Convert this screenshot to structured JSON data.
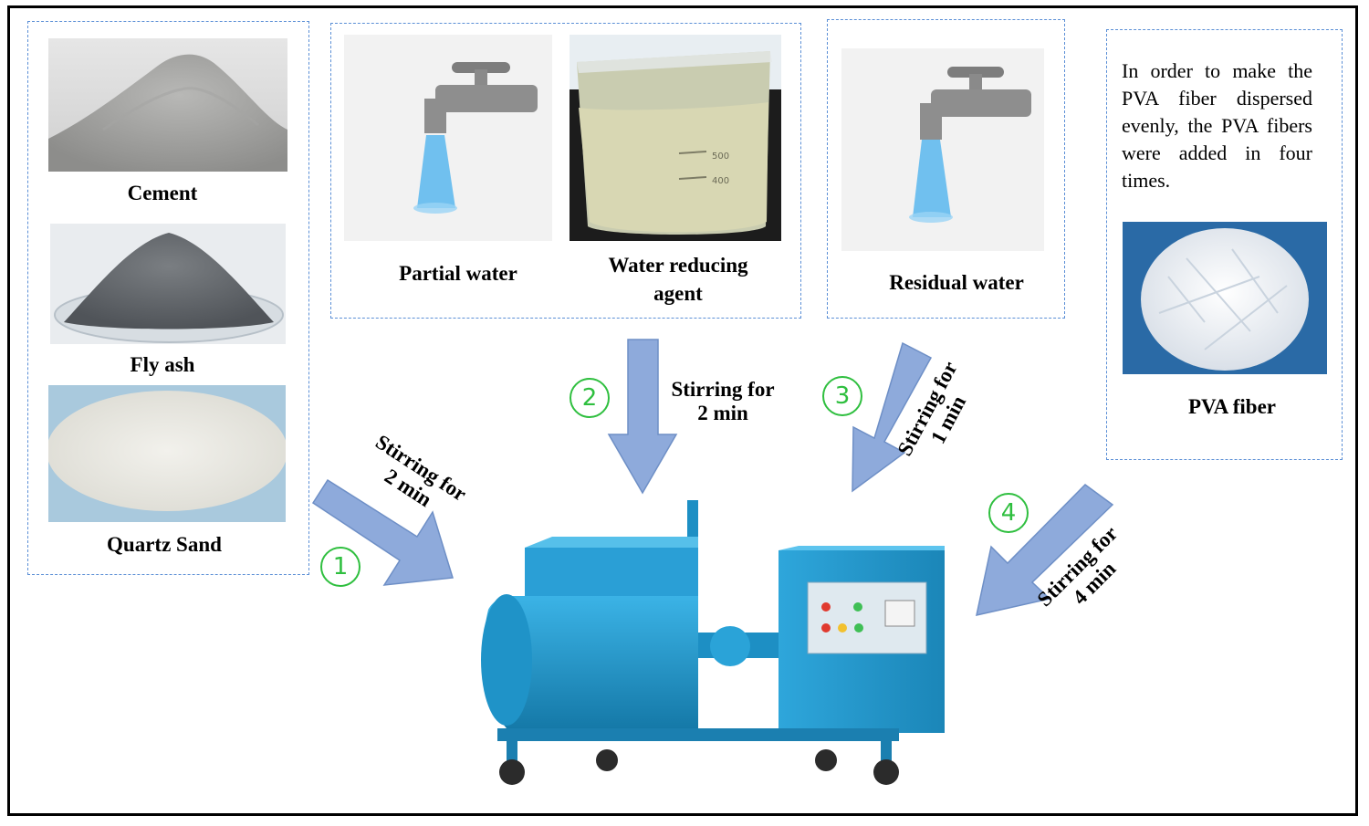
{
  "materials": {
    "cement": "Cement",
    "fly_ash": "Fly ash",
    "quartz_sand": "Quartz Sand"
  },
  "liquids": {
    "partial_water": "Partial water",
    "water_reducing_line1": "Water reducing",
    "water_reducing_line2": "agent"
  },
  "residual": {
    "residual_water": "Residual water"
  },
  "pva": {
    "note": "In order to make the PVA fiber dispersed evenly, the PVA fibers were added in four times.",
    "fiber": "PVA fiber"
  },
  "steps": [
    {
      "number": "1",
      "line1": "Stirring for",
      "line2": "2 min"
    },
    {
      "number": "2",
      "line1": "Stirring for",
      "line2": "2 min"
    },
    {
      "number": "3",
      "line1": "Stirring for",
      "line2": "1 min"
    },
    {
      "number": "4",
      "line1": "Stirring for",
      "line2": "4 min"
    }
  ],
  "beaker": {
    "mark_500": "500",
    "mark_400": "400"
  },
  "colors": {
    "arrow_fill": "#8eaadb",
    "arrow_stroke": "#6e8fc6",
    "step_number": "#2fbf3f",
    "dashed_border": "#5b8fd6",
    "mixer_blue": "#1f9ad0"
  }
}
